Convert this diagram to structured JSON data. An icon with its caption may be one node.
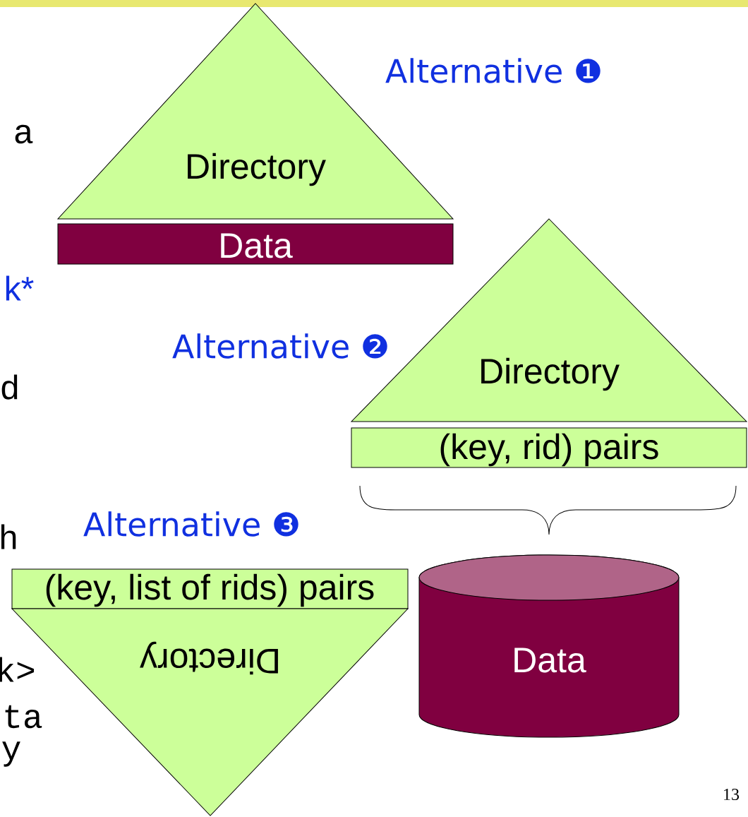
{
  "diagram": {
    "nodes": [
      {
        "text": [
          "Directory"
        ]
      },
      {
        "text": [
          "Data"
        ]
      },
      {
        "text": [
          "Directory"
        ]
      },
      {
        "text": [
          "(key, rid) pairs"
        ]
      },
      {
        "text": [
          "Data"
        ]
      },
      {
        "text": [
          "(key, list of rids) pairs"
        ]
      },
      {
        "text": [
          "Directory"
        ]
      }
    ],
    "labels": [
      "Alternative ❶",
      "a",
      "k*",
      "Alternative ❷",
      "d",
      "Alternative ❸",
      "h",
      "k>",
      "ta",
      "y",
      "13"
    ]
  }
}
